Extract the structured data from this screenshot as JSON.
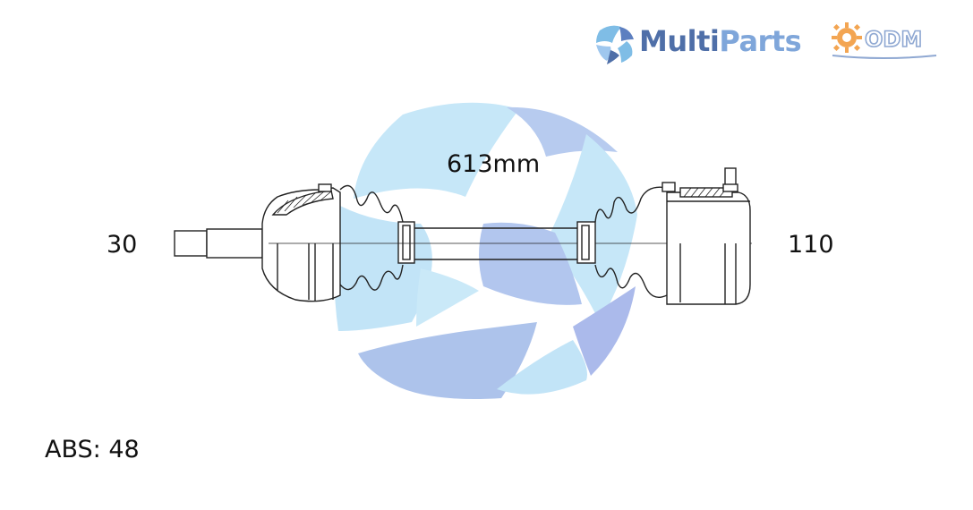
{
  "labels": {
    "left_spline": "30",
    "right_spline": "110",
    "length": "613mm",
    "abs": "ABS: 48"
  },
  "brand": {
    "part_a": "Multi",
    "part_b": "Parts",
    "second_logo": "ODM"
  },
  "colors": {
    "watermark_light": "#bfe4f7",
    "watermark_mid": "#9fc4ee",
    "watermark_dark": "#a7b7ea",
    "line": "#222222",
    "odm_orange": "#f3a552",
    "odm_blue": "#8fa8d2"
  },
  "icons": {
    "brand_logo": "multiparts-cube-icon",
    "second_logo": "odm-gear-icon"
  }
}
